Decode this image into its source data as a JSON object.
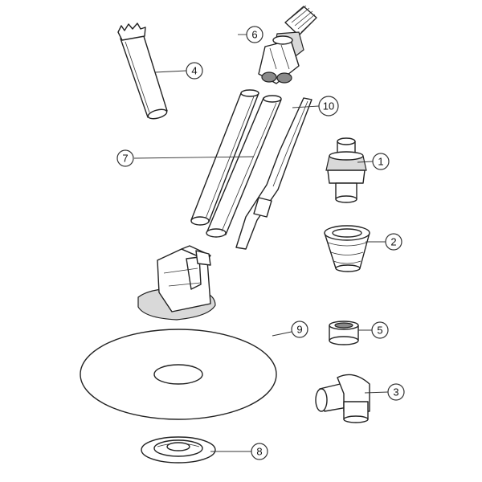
{
  "callouts": [
    {
      "id": "c1",
      "label": "1"
    },
    {
      "id": "c2",
      "label": "2"
    },
    {
      "id": "c3",
      "label": "3"
    },
    {
      "id": "c4",
      "label": "4"
    },
    {
      "id": "c5",
      "label": "5"
    },
    {
      "id": "c6",
      "label": "6"
    },
    {
      "id": "c7",
      "label": "7"
    },
    {
      "id": "c8",
      "label": "8"
    },
    {
      "id": "c9",
      "label": "9"
    },
    {
      "id": "c10",
      "label": "10"
    }
  ],
  "colors": {
    "line": "#222222",
    "shade": "#d9d9d9",
    "background": "#ffffff"
  }
}
